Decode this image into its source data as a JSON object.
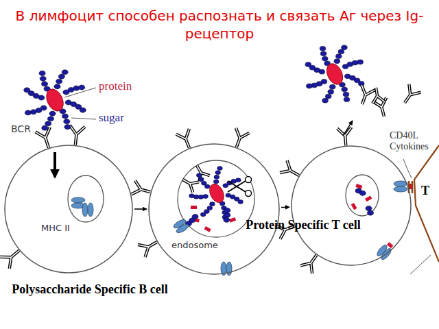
{
  "diagram": {
    "title": "В лимфоцит способен распознать и связать Аг через Ig-рецептор",
    "nodes": [
      {
        "text": [
          "Polysaccharide Specific B cell"
        ]
      },
      {
        "text": [
          "endosome"
        ]
      },
      {
        "text": [
          "Protein Specific T cell"
        ]
      }
    ],
    "edges": [
      {
        "from": 0,
        "to": 1,
        "arrow": "to"
      },
      {
        "from": 1,
        "to": 2,
        "arrow": "to"
      }
    ],
    "labels": [
      "protein",
      "sugar",
      "BCR",
      "MHC II",
      "CD40L Cytokines",
      "T"
    ]
  }
}
